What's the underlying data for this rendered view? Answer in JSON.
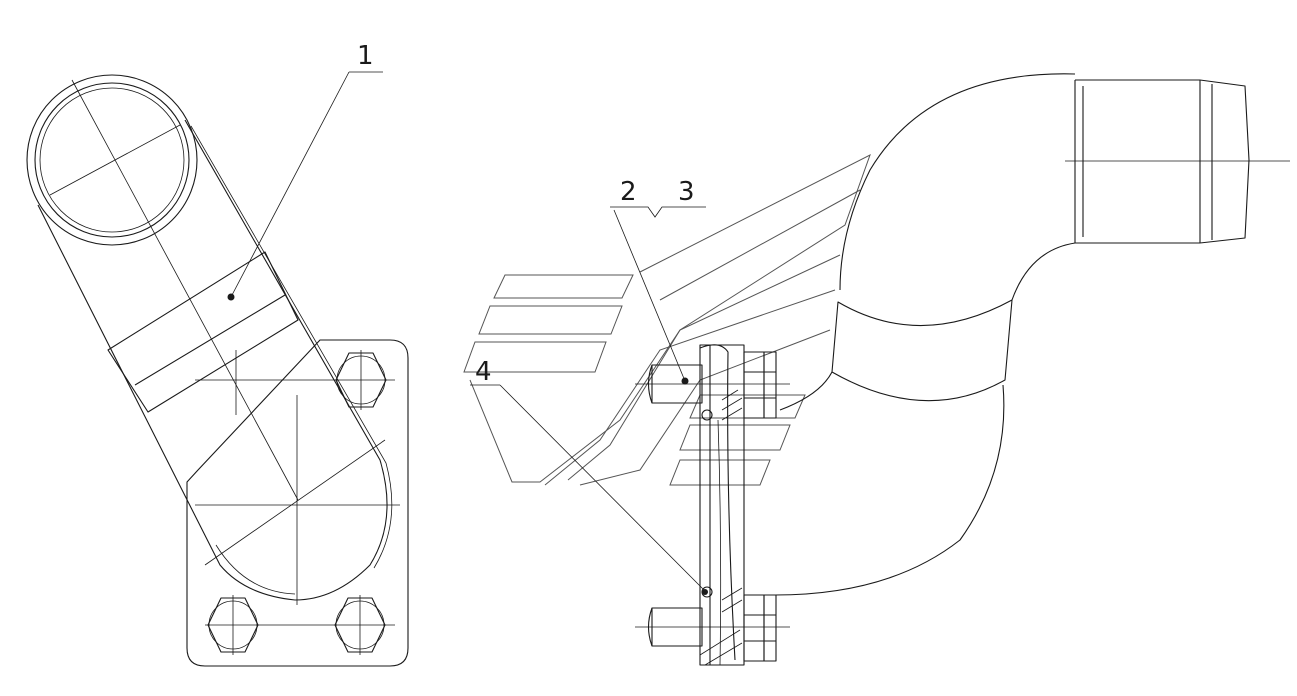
{
  "diagram": {
    "type": "technical-drawing",
    "callouts": [
      {
        "id": "1",
        "text": "1"
      },
      {
        "id": "2",
        "text": "2"
      },
      {
        "id": "3",
        "text": "3"
      },
      {
        "id": "4",
        "text": "4"
      }
    ],
    "colors": {
      "line": "#1a1a1a",
      "background": "#ffffff",
      "watermark": "#555555"
    }
  }
}
